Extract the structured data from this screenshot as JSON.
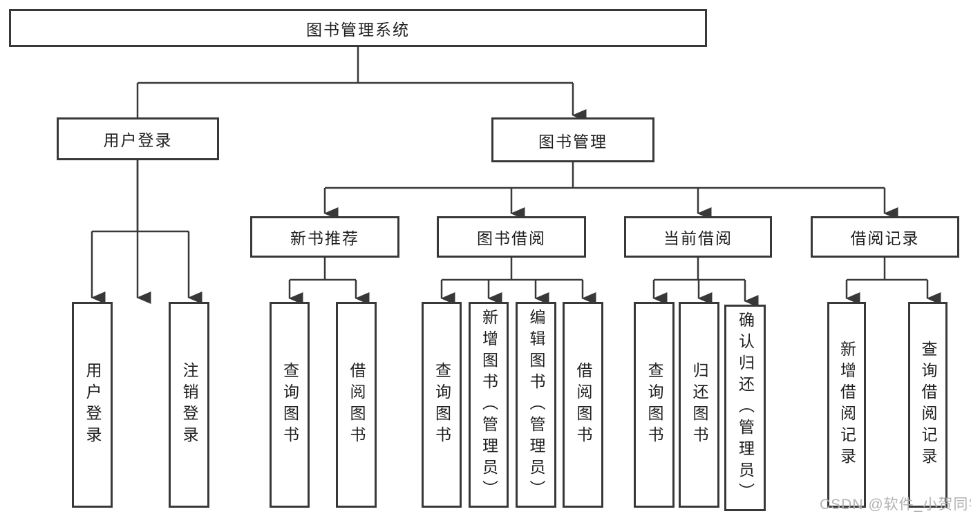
{
  "colors": {
    "line": "#383838",
    "box_border": "#383838",
    "box_fill": "#ffffff",
    "text": "#1f1f1f",
    "watermark": "#b2b2b2",
    "background": "#ffffff"
  },
  "watermark": {
    "text": "CSDN @软件_小贺同学"
  },
  "tree": {
    "label": "图书管理系统",
    "children": [
      {
        "label": "用户登录",
        "children": [
          {
            "label": "用户登录"
          },
          {
            "label": "注销登录"
          }
        ]
      },
      {
        "label": "图书管理",
        "children": [
          {
            "label": "新书推荐",
            "children": [
              {
                "label": "查询图书"
              },
              {
                "label": "借阅图书"
              }
            ]
          },
          {
            "label": "图书借阅",
            "children": [
              {
                "label": "查询图书"
              },
              {
                "label": "新增图书（管理员）"
              },
              {
                "label": "编辑图书（管理员）"
              },
              {
                "label": "借阅图书"
              }
            ]
          },
          {
            "label": "当前借阅",
            "children": [
              {
                "label": "查询图书"
              },
              {
                "label": "归还图书"
              },
              {
                "label": "确认归还（管理员）"
              }
            ]
          },
          {
            "label": "借阅记录",
            "children": [
              {
                "label": "新增借阅记录"
              },
              {
                "label": "查询借阅记录"
              }
            ]
          }
        ]
      }
    ]
  }
}
